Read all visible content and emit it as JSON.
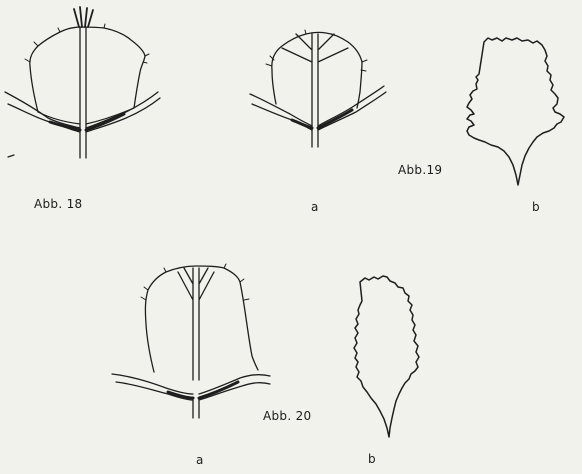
{
  "labels": {
    "abb18": "Abb. 18",
    "abb19": "Abb.19",
    "abb19_a": "a",
    "abb19_b": "b",
    "abb20": "Abb. 20",
    "abb20_a": "a",
    "abb20_b": "b"
  }
}
